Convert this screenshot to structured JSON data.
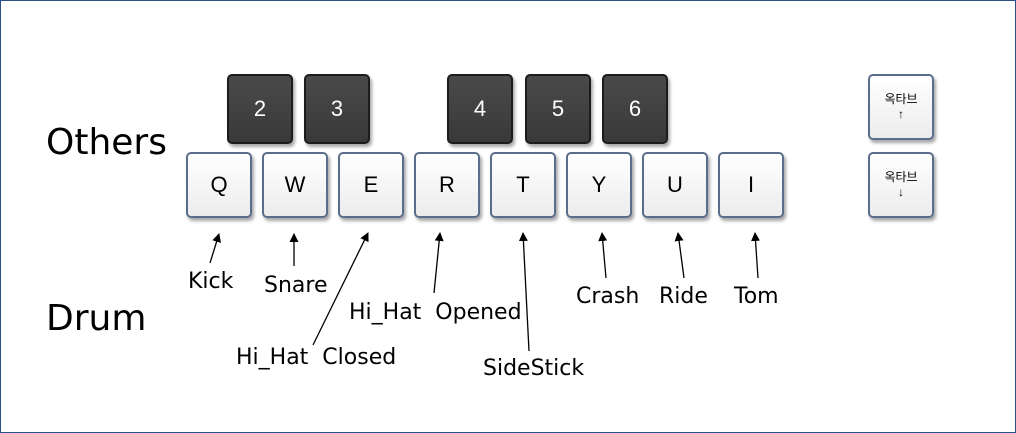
{
  "section_labels": {
    "others": "Others",
    "drum": "Drum"
  },
  "number_keys": [
    "2",
    "3",
    "4",
    "5",
    "6"
  ],
  "letter_keys": [
    "Q",
    "W",
    "E",
    "R",
    "T",
    "Y",
    "U",
    "I"
  ],
  "octave_keys": {
    "up": {
      "label": "옥타브",
      "arrow": "↑"
    },
    "down": {
      "label": "옥타브",
      "arrow": "↓"
    }
  },
  "drum_sounds": [
    "Kick",
    "Snare",
    "Hi_Hat  Closed",
    "Hi_Hat  Opened",
    "SideStick",
    "Crash",
    "Ride",
    "Tom"
  ],
  "colors": {
    "dark_key": "#3f3f3f",
    "light_key": "#ffffff",
    "key_border": "#5a6d8a",
    "frame": "#2e4f87"
  }
}
